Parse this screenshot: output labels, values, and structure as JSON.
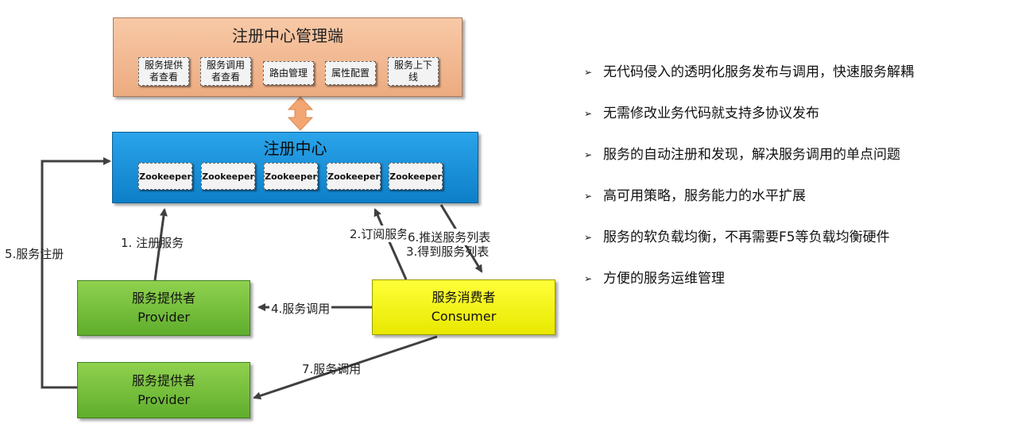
{
  "admin": {
    "title": "注册中心管理端",
    "functions": [
      "服务提供\n者查看",
      "服务调用\n者查看",
      "路由管理",
      "属性配置",
      "服务上下\n线"
    ]
  },
  "registry": {
    "title": "注册中心",
    "nodes": [
      "Zookeeper",
      "Zookeeper",
      "Zookeeper",
      "Zookeeper",
      "Zookeeper"
    ]
  },
  "provider1": {
    "name": "服务提供者",
    "en": "Provider"
  },
  "provider2": {
    "name": "服务提供者",
    "en": "Provider"
  },
  "consumer": {
    "name": "服务消费者",
    "en": "Consumer"
  },
  "labels": {
    "step1": "1. 注册服务",
    "step2": "2.订阅服务",
    "step3": "3.得到服务列表",
    "step4": "4.服务调用",
    "step5": "5.服务注册",
    "step6": "6.推送服务列表",
    "step7": "7.服务调用"
  },
  "features": [
    "无代码侵入的透明化服务发布与调用，快速服务解耦",
    "无需修改业务代码就支持多协议发布",
    "服务的自动注册和发现，解决服务调用的单点问题",
    "高可用策略，服务能力的水平扩展",
    "服务的软负载均衡，不再需要F5等负载均衡硬件",
    "方便的服务运维管理"
  ],
  "bullet": "➢",
  "colors": {
    "admin": "#f4b78f",
    "registry": "#1a93dc",
    "provider": "#6cbb38",
    "consumer": "#f2f200",
    "connector": "#404040",
    "sync_arrow": "#f4a672"
  }
}
